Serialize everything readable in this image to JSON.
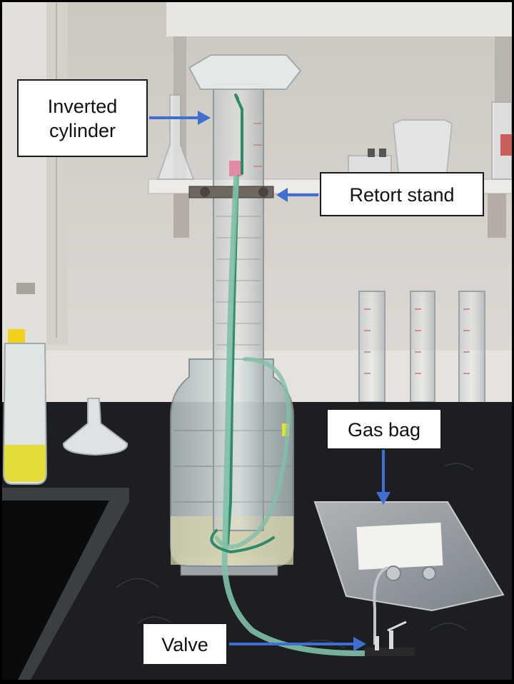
{
  "figure": {
    "labels": {
      "inverted_cylinder": [
        "Inverted",
        "cylinder"
      ],
      "retort_stand": "Retort stand",
      "gas_bag": "Gas bag",
      "valve": "Valve"
    },
    "colors": {
      "arrow": "#3f6fd1",
      "tubing": "#7fc0a8",
      "tubing_dark": "#2f8a6a",
      "countertop": "#1c1e21",
      "wall": "#d6d2cc",
      "sample_liquid": "#e4dc3a"
    }
  }
}
